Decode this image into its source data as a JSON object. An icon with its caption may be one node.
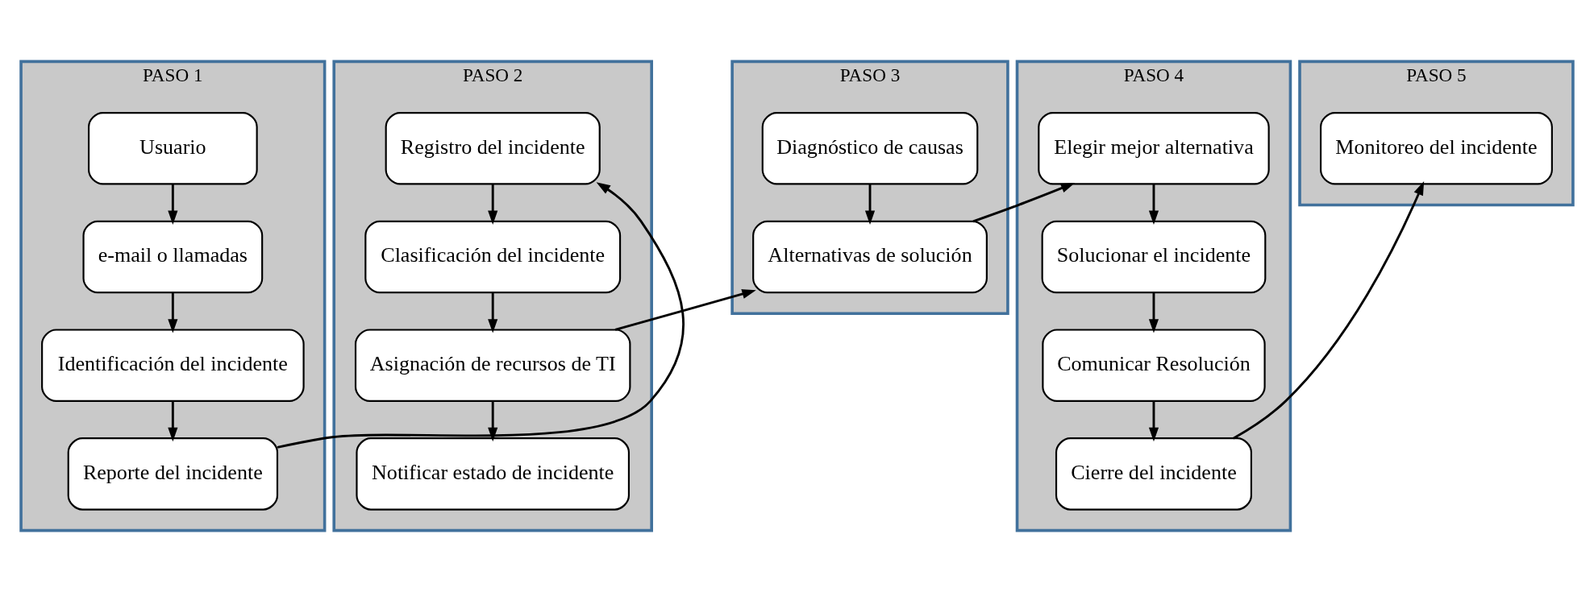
{
  "diagram": {
    "nodes": [
      {
        "text": [
          "PASO 1"
        ]
      },
      {
        "text": [
          "Usuario"
        ],
        "in": 0
      },
      {
        "text": [
          "e-mail o llamadas"
        ],
        "in": 0
      },
      {
        "text": [
          "Identificación del incidente"
        ],
        "in": 0
      },
      {
        "text": [
          "Reporte del incidente"
        ],
        "in": 0
      },
      {
        "text": [
          "PASO 2"
        ]
      },
      {
        "text": [
          "Registro del incidente"
        ],
        "in": 5
      },
      {
        "text": [
          "Clasificación del incidente"
        ],
        "in": 5
      },
      {
        "text": [
          "Asignación de recursos de TI"
        ],
        "in": 5
      },
      {
        "text": [
          "Notificar estado de incidente"
        ],
        "in": 5
      },
      {
        "text": [
          "PASO 3"
        ]
      },
      {
        "text": [
          "Diagnóstico de causas"
        ],
        "in": 10
      },
      {
        "text": [
          "Alternativas de solución"
        ],
        "in": 10
      },
      {
        "text": [
          "PASO 4"
        ]
      },
      {
        "text": [
          "Elegir mejor alternativa"
        ],
        "in": 13
      },
      {
        "text": [
          "Solucionar el incidente"
        ],
        "in": 13
      },
      {
        "text": [
          "Comunicar Resolución"
        ],
        "in": 13
      },
      {
        "text": [
          "Cierre del incidente"
        ],
        "in": 13
      },
      {
        "text": [
          "PASO 5"
        ]
      },
      {
        "text": [
          "Monitoreo del incidente"
        ],
        "in": 18
      }
    ],
    "edges": [
      {
        "from": 1,
        "to": 2,
        "arrow": "to"
      },
      {
        "from": 2,
        "to": 3,
        "arrow": "to"
      },
      {
        "from": 3,
        "to": 4,
        "arrow": "to"
      },
      {
        "from": 4,
        "to": 6,
        "arrow": "to"
      },
      {
        "from": 6,
        "to": 7,
        "arrow": "to"
      },
      {
        "from": 7,
        "to": 8,
        "arrow": "to"
      },
      {
        "from": 8,
        "to": 9,
        "arrow": "to"
      },
      {
        "from": 8,
        "to": 12,
        "arrow": "to"
      },
      {
        "from": 11,
        "to": 12,
        "arrow": "to"
      },
      {
        "from": 12,
        "to": 14,
        "arrow": "to"
      },
      {
        "from": 14,
        "to": 15,
        "arrow": "to"
      },
      {
        "from": 15,
        "to": 16,
        "arrow": "to"
      },
      {
        "from": 16,
        "to": 17,
        "arrow": "to"
      },
      {
        "from": 17,
        "to": 19,
        "arrow": "to"
      }
    ]
  }
}
